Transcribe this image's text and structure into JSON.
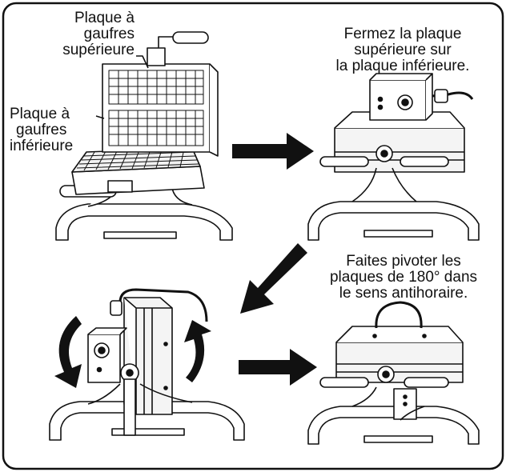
{
  "labels": {
    "upper_plate": [
      "Plaque à",
      "gaufres",
      "supérieure"
    ],
    "lower_plate": [
      "Plaque à",
      "gaufres",
      "inférieure"
    ],
    "step_close": [
      "Fermez la plaque",
      "supérieure sur",
      "la plaque inférieure."
    ],
    "step_rotate": [
      "Faites pivoter les",
      "plaques de 180° dans",
      "le sens antihoraire."
    ]
  },
  "icons": [
    "waffle-maker-open-illustration",
    "waffle-maker-closed-illustration",
    "waffle-maker-rotated-illustration",
    "waffle-maker-flipped-illustration",
    "arrow-right-icon",
    "arrow-down-left-icon",
    "rotate-counterclockwise-icon"
  ],
  "colors": {
    "line": "#111111",
    "background": "#ffffff",
    "panel": "#eeeeee"
  }
}
